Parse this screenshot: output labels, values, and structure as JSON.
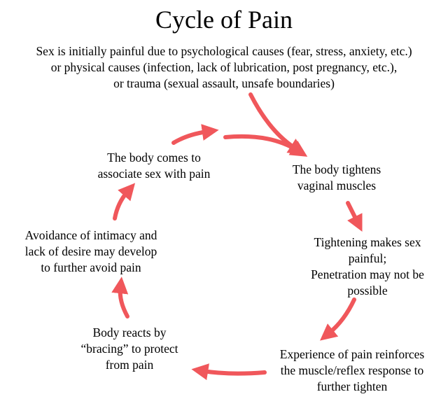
{
  "title": "Cycle of Pain",
  "intro": [
    "Sex is initially painful due to psychological causes (fear, stress, anxiety, etc.)",
    "or physical causes (infection, lack of lubrication, post pregnancy, etc.),",
    "or trauma (sexual assault, unsafe boundaries)"
  ],
  "nodes": {
    "tighten": [
      "The body tightens",
      "vaginal muscles"
    ],
    "painful": [
      "Tightening makes sex",
      "painful;",
      "Penetration may not be",
      "possible"
    ],
    "reinforce": [
      "Experience of pain reinforces",
      "the muscle/reflex response to",
      "further tighten"
    ],
    "bracing": [
      "Body reacts by",
      "“bracing” to protect",
      "from pain"
    ],
    "avoidance": [
      "Avoidance of intimacy and",
      "lack of desire may develop",
      "to further avoid pain"
    ],
    "associate": [
      "The body comes to",
      "associate sex with pain"
    ]
  },
  "colors": {
    "arrow": "#f0575b",
    "text": "#000000"
  },
  "icons": [
    "cycle-arrow-icon"
  ]
}
